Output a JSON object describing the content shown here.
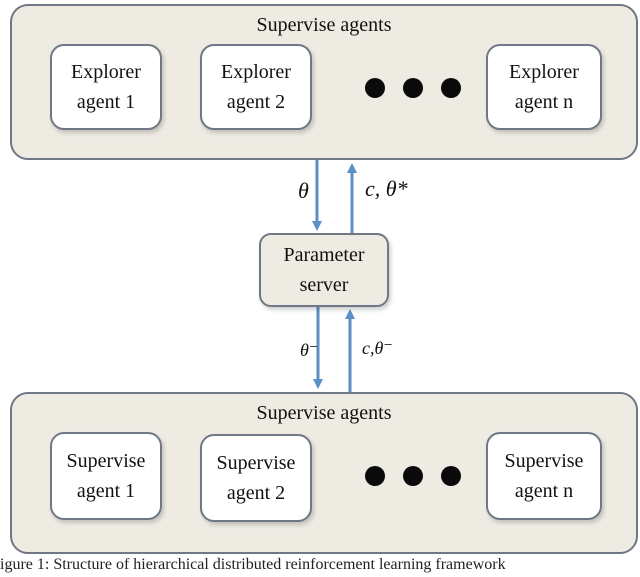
{
  "top_group": {
    "title": "Supervise agents",
    "agents": [
      {
        "line1": "Explorer",
        "line2": "agent 1"
      },
      {
        "line1": "Explorer",
        "line2": "agent 2"
      },
      {
        "line1": "Explorer",
        "line2": "agent n"
      }
    ]
  },
  "server": {
    "line1": "Parameter",
    "line2": "server"
  },
  "bottom_group": {
    "title": "Supervise agents",
    "agents": [
      {
        "line1": "Supervise",
        "line2": "agent 1"
      },
      {
        "line1": "Supervise",
        "line2": "agent 2"
      },
      {
        "line1": "Supervise",
        "line2": "agent n"
      }
    ]
  },
  "arrow_labels": {
    "top_down": "θ",
    "top_up": "c, θ*",
    "bottom_down": "θ⁻",
    "bottom_up": "c,θ⁻"
  },
  "caption": "igure 1: Structure of hierarchical distributed reinforcement learning framework",
  "colors": {
    "arrow": "#5b8fc7",
    "group_fill": "#eeebe3",
    "box_border": "#6f7884"
  }
}
